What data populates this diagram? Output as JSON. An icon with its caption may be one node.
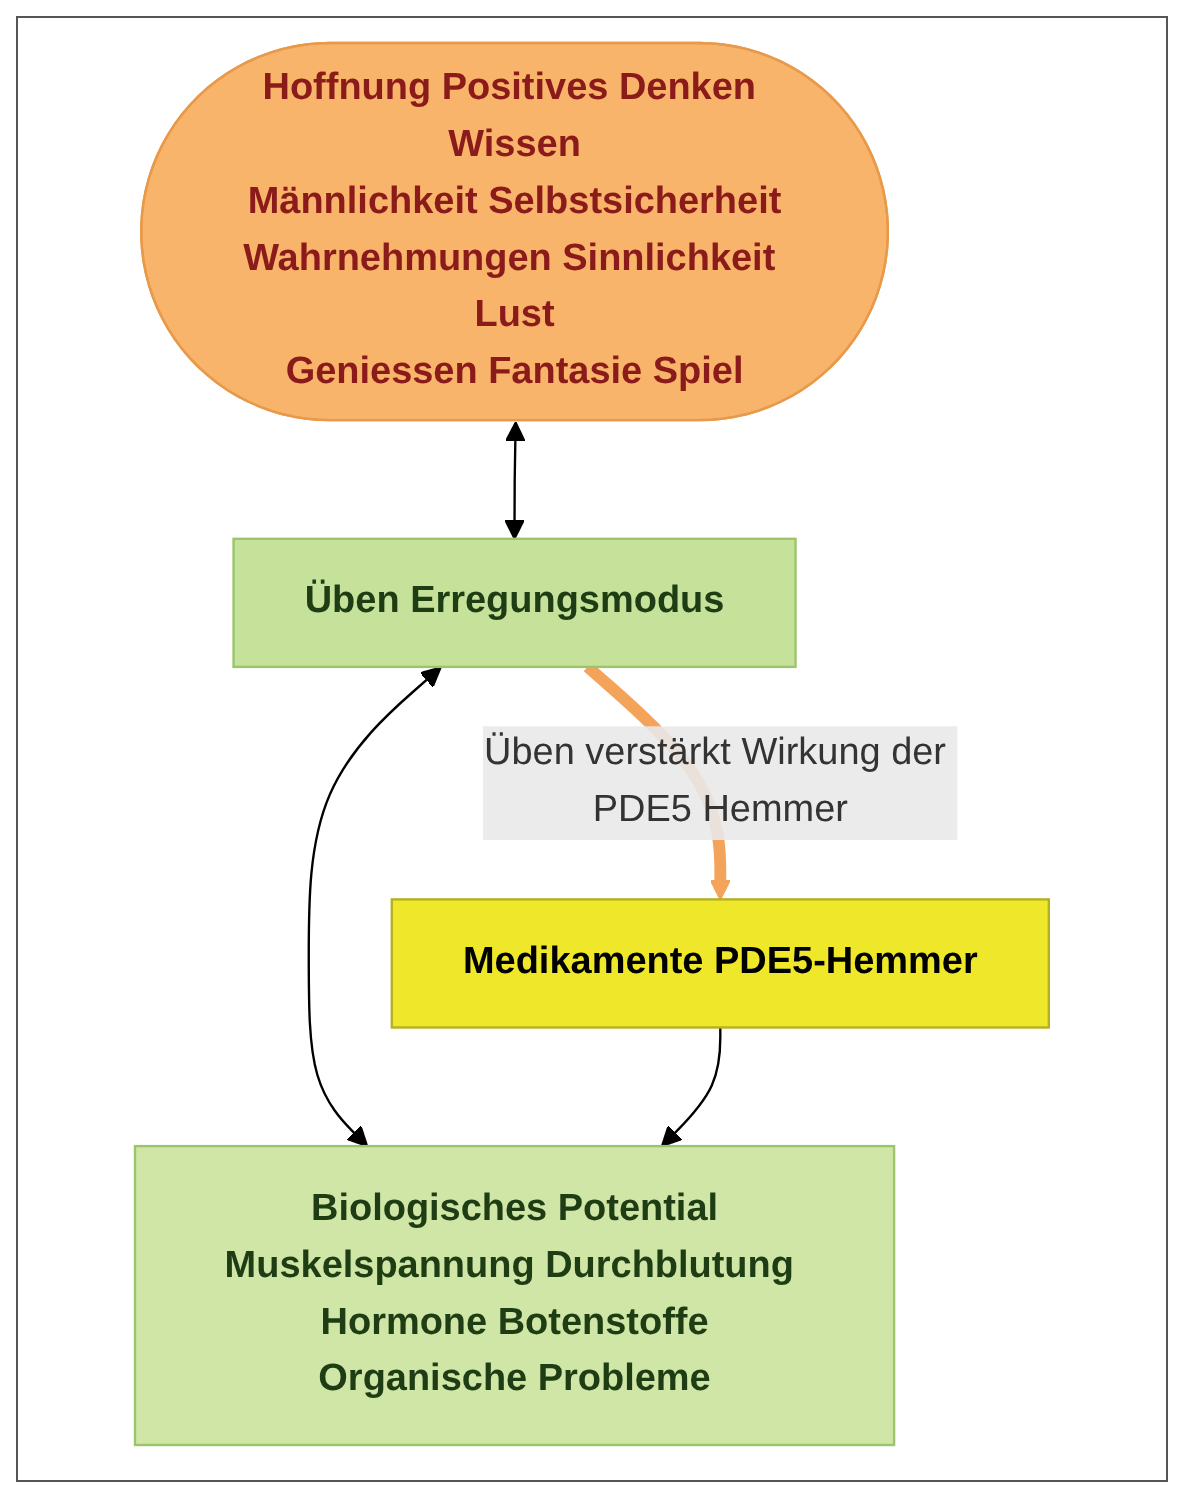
{
  "diagram": {
    "nodes": [
      {
        "text": [
          "Hoffnung Positives Denken Wissen",
          "Männlichkeit Selbstsicherheit",
          "Wahrnehmungen Sinnlichkeit Lust",
          "Geniessen Fantasie Spiel"
        ]
      },
      {
        "text": [
          "Üben Erregungsmodus"
        ]
      },
      {
        "text": [
          "Biologisches Potential",
          "Muskelspannung Durchblutung Hormone Botenstoffe",
          "Organische Probleme"
        ]
      },
      {
        "text": [
          "Medikamente PDE5-Hemmer"
        ]
      }
    ],
    "edges": [
      {
        "from": 0,
        "to": 1,
        "arrow": "both"
      },
      {
        "from": 1,
        "to": 2,
        "arrow": "both"
      },
      {
        "from": 3,
        "to": 2,
        "arrow": "to"
      },
      {
        "from": 1,
        "to": 3,
        "arrow": "to",
        "label": "Üben verstärkt Wirkung der PDE5 Hemmer",
        "style": "thick",
        "color": "#f4a45a"
      }
    ]
  }
}
